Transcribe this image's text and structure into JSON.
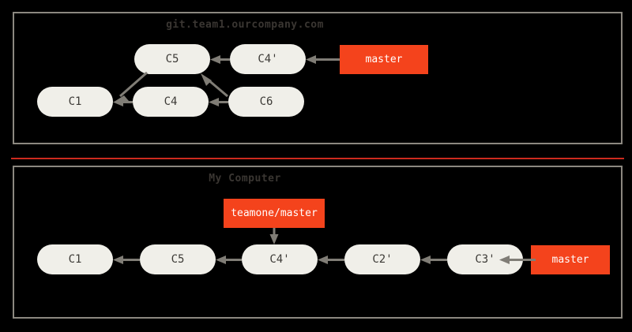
{
  "figure": {
    "background_color": "#000000",
    "separator_color": "#cc2a1e",
    "panel_border_color": "#8c8880",
    "node_fill_color": "#f0efe9",
    "node_text_color": "#3c3a36",
    "ref_fill_color": "#f4431c",
    "ref_text_color": "#ffffff",
    "arrow_color": "#807d76"
  },
  "panels": [
    {
      "id": "server",
      "title": "git.team1.ourcompany.com",
      "nodes": [
        {
          "id": "top-c5",
          "label": "C5"
        },
        {
          "id": "top-c4p",
          "label": "C4'"
        },
        {
          "id": "top-c1",
          "label": "C1"
        },
        {
          "id": "top-c4",
          "label": "C4"
        },
        {
          "id": "top-c6",
          "label": "C6"
        }
      ],
      "refs": [
        {
          "id": "top-master",
          "label": "master"
        }
      ]
    },
    {
      "id": "local",
      "title": "My Computer",
      "nodes": [
        {
          "id": "bot-c1",
          "label": "C1"
        },
        {
          "id": "bot-c5",
          "label": "C5"
        },
        {
          "id": "bot-c4p",
          "label": "C4'"
        },
        {
          "id": "bot-c2p",
          "label": "C2'"
        },
        {
          "id": "bot-c3p",
          "label": "C3'"
        }
      ],
      "refs": [
        {
          "id": "bot-teamone",
          "label": "teamone/master"
        },
        {
          "id": "bot-master",
          "label": "master"
        }
      ]
    }
  ]
}
